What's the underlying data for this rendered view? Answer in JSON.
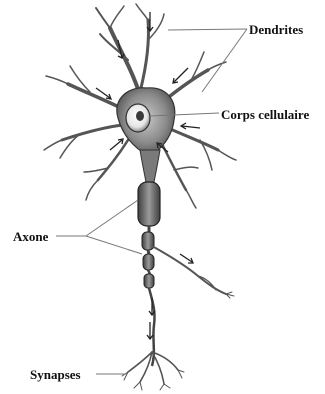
{
  "labels": {
    "dendrites": "Dendrites",
    "corps_cellulaire": "Corps cellulaire",
    "axone": "Axone",
    "synapses": "Synapses"
  },
  "colors": {
    "cell_fill": "#9a9a9a",
    "cell_dark": "#555555",
    "stroke": "#222222",
    "leader": "#777777",
    "myelin": "#6f6f6f"
  }
}
